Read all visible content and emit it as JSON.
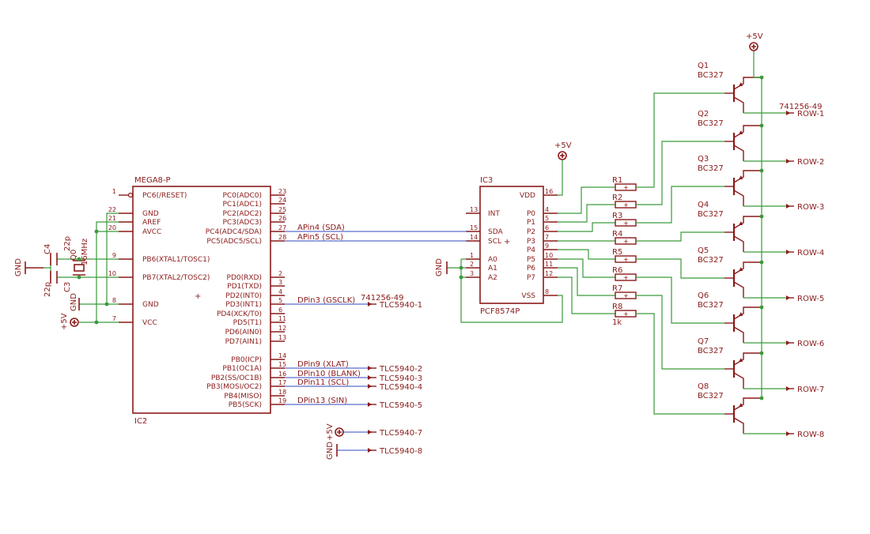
{
  "ic2": {
    "part": "MEGA8-P",
    "ref": "IC2",
    "left_pins": [
      {
        "num": "1",
        "name": "PC6(/RESET)"
      },
      {
        "num": "22",
        "name": "GND"
      },
      {
        "num": "21",
        "name": "AREF"
      },
      {
        "num": "20",
        "name": "AVCC"
      },
      {
        "num": "9",
        "name": "PB6(XTAL1/TOSC1)"
      },
      {
        "num": "10",
        "name": "PB7(XTAL2/TOSC2)"
      },
      {
        "num": "8",
        "name": "GND"
      },
      {
        "num": "7",
        "name": "VCC"
      }
    ],
    "right_pins": [
      {
        "num": "23",
        "name": "PC0(ADC0)"
      },
      {
        "num": "24",
        "name": "PC1(ADC1)"
      },
      {
        "num": "25",
        "name": "PC2(ADC2)"
      },
      {
        "num": "26",
        "name": "PC3(ADC3)"
      },
      {
        "num": "27",
        "name": "PC4(ADC4/SDA)"
      },
      {
        "num": "28",
        "name": "PC5(ADC5/SCL)"
      },
      {
        "num": "2",
        "name": "PD0(RXD)"
      },
      {
        "num": "3",
        "name": "PD1(TXD)"
      },
      {
        "num": "4",
        "name": "PD2(INT0)"
      },
      {
        "num": "5",
        "name": "PD3(INT1)"
      },
      {
        "num": "6",
        "name": "PD4(XCK/T0)"
      },
      {
        "num": "11",
        "name": "PD5(T1)"
      },
      {
        "num": "12",
        "name": "PD6(AIN0)"
      },
      {
        "num": "13",
        "name": "PD7(AIN1)"
      },
      {
        "num": "14",
        "name": "PB0(ICP)"
      },
      {
        "num": "15",
        "name": "PB1(OC1A)"
      },
      {
        "num": "16",
        "name": "PB2(SS/OC1B)"
      },
      {
        "num": "17",
        "name": "PB3(MOSI/OC2)"
      },
      {
        "num": "18",
        "name": "PB4(MISO)"
      },
      {
        "num": "19",
        "name": "PB5(SCK)"
      }
    ]
  },
  "ic3": {
    "part": "PCF8574P",
    "ref": "IC3",
    "left_pins": [
      {
        "num": "13",
        "name": "INT"
      },
      {
        "num": "15",
        "name": "SDA"
      },
      {
        "num": "14",
        "name": "SCL"
      },
      {
        "num": "1",
        "name": "A0"
      },
      {
        "num": "2",
        "name": "A1"
      },
      {
        "num": "3",
        "name": "A2"
      }
    ],
    "right_pins": [
      {
        "num": "16",
        "name": "VDD"
      },
      {
        "num": "4",
        "name": "P0"
      },
      {
        "num": "5",
        "name": "P1"
      },
      {
        "num": "6",
        "name": "P2"
      },
      {
        "num": "7",
        "name": "P3"
      },
      {
        "num": "9",
        "name": "P4"
      },
      {
        "num": "10",
        "name": "P5"
      },
      {
        "num": "11",
        "name": "P6"
      },
      {
        "num": "12",
        "name": "P7"
      },
      {
        "num": "8",
        "name": "VSS"
      }
    ]
  },
  "nets": {
    "apin4": "APin4 (SDA)",
    "apin5": "APin5 (SCL)",
    "dpin3": "DPin3 (GSCLK)",
    "dpin9": "DPin9 (XLAT)",
    "dpin10": "DPin10 (BLANK)",
    "dpin11": "DPin11 (SCL)",
    "dpin13": "DPin13 (SIN)",
    "plus5v": "+5V",
    "gnd": "GND"
  },
  "connectors": {
    "ref_tlc": "741256-49",
    "ref_row": "741256-49",
    "tlc": [
      "TLC5940-1",
      "TLC5940-2",
      "TLC5940-3",
      "TLC5940-4",
      "TLC5940-5",
      "TLC5940-7",
      "TLC5940-8"
    ],
    "rows": [
      "ROW-1",
      "ROW-2",
      "ROW-3",
      "ROW-4",
      "ROW-5",
      "ROW-6",
      "ROW-7",
      "ROW-8"
    ]
  },
  "crystal": {
    "ref": "Q0",
    "value": "16MHz"
  },
  "caps": [
    {
      "ref": "C4",
      "value": "22p"
    },
    {
      "ref": "C3",
      "value": "22p"
    }
  ],
  "resistors": {
    "refs": [
      "R1",
      "R2",
      "R3",
      "R4",
      "R5",
      "R6",
      "R7",
      "R8"
    ],
    "value": "1k"
  },
  "transistors": {
    "refs": [
      "Q1",
      "Q2",
      "Q3",
      "Q4",
      "Q5",
      "Q6",
      "Q7",
      "Q8"
    ],
    "part": "BC327"
  },
  "colors": {
    "component": "#8b1a1a",
    "wire": "#3a9a3a",
    "bus": "#5a6ecc"
  }
}
